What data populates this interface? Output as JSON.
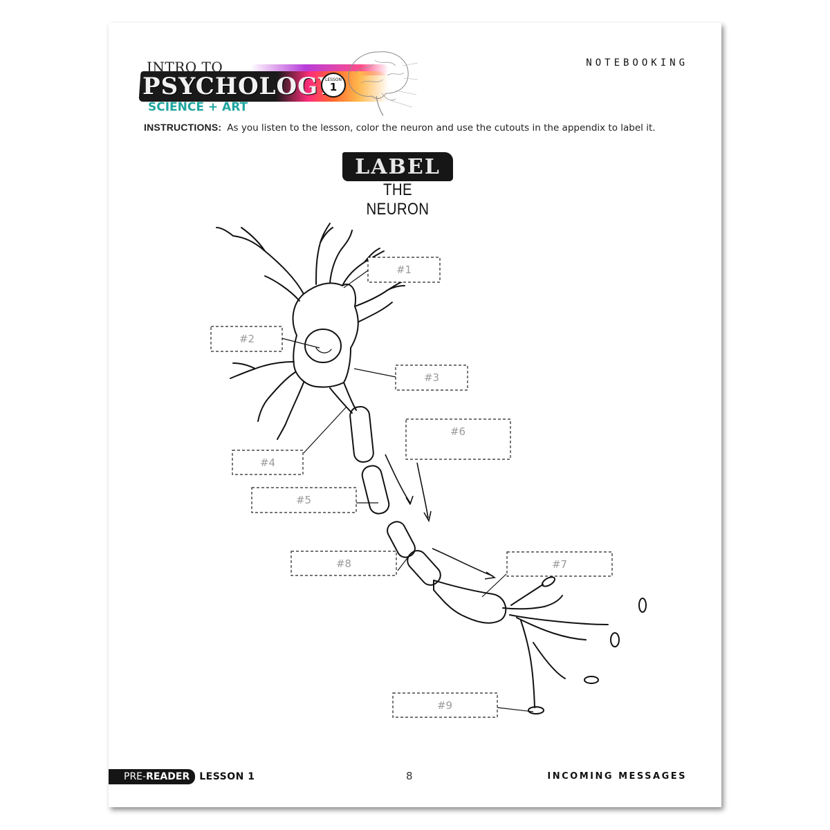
{
  "header": {
    "intro_to": "INTRO TO",
    "title": "PSYCHOLOGY",
    "lesson_badge_word": "LESSON",
    "lesson_badge_number": "1",
    "subtitle": "SCIENCE + ART",
    "section": "NOTEBOOKING"
  },
  "instructions": {
    "label": "INSTRUCTIONS:",
    "text": "As you listen to the lesson, color the neuron and use the cutouts in the appendix to label it."
  },
  "title_block": {
    "title": "LABEL",
    "subtitle": "THE NEURON"
  },
  "label_boxes": [
    "#1",
    "#2",
    "#3",
    "#4",
    "#5",
    "#6",
    "#7",
    "#8",
    "#9"
  ],
  "footer": {
    "pre": "PRE-",
    "reader": "READER",
    "lesson": "LESSON 1",
    "page_number": "8",
    "chapter": "INCOMING MESSAGES"
  },
  "colors": {
    "accent_teal": "#1fa5a0",
    "label_gray": "#9a9a9a",
    "ink": "#111111"
  }
}
